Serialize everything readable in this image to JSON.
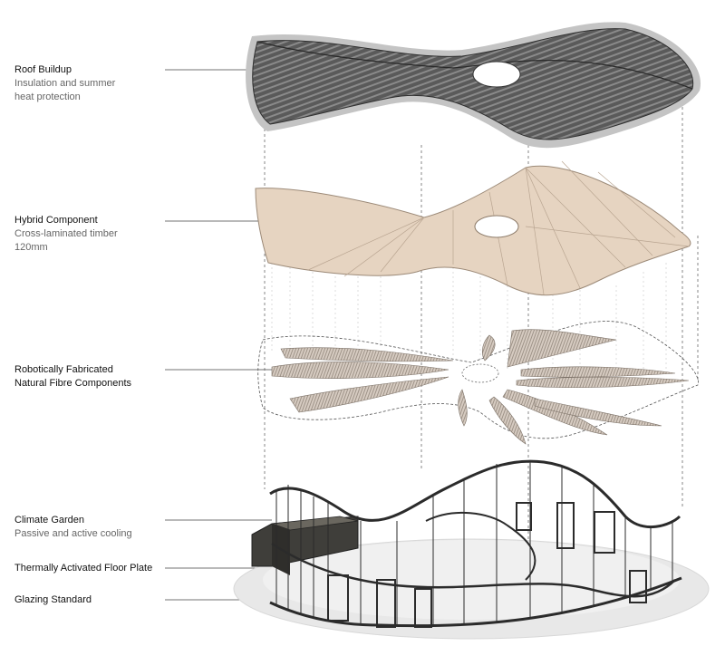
{
  "labels": {
    "roof": {
      "title": "Roof Buildup",
      "sub1": "Insulation and summer",
      "sub2": "heat protection"
    },
    "hybrid": {
      "title": "Hybrid Component",
      "sub1": "Cross-laminated timber",
      "sub2": "120mm"
    },
    "robotic": {
      "title": "Robotically Fabricated",
      "sub1": "Natural Fibre Components"
    },
    "climate": {
      "title": "Climate Garden",
      "sub1": "Passive and active cooling"
    },
    "floor": {
      "title": "Thermally Activated Floor Plate"
    },
    "glazing": {
      "title": "Glazing Standard"
    }
  },
  "colors": {
    "roof_dark": "#4a4a4a",
    "roof_halo": "#bdbdbd",
    "timber": "#e6d4c1",
    "timber_edge": "#9c8a78",
    "fibre": "#cbbfb4",
    "floor": "#e9e9e9",
    "frame": "#2b2b2b",
    "leader": "#444444"
  }
}
